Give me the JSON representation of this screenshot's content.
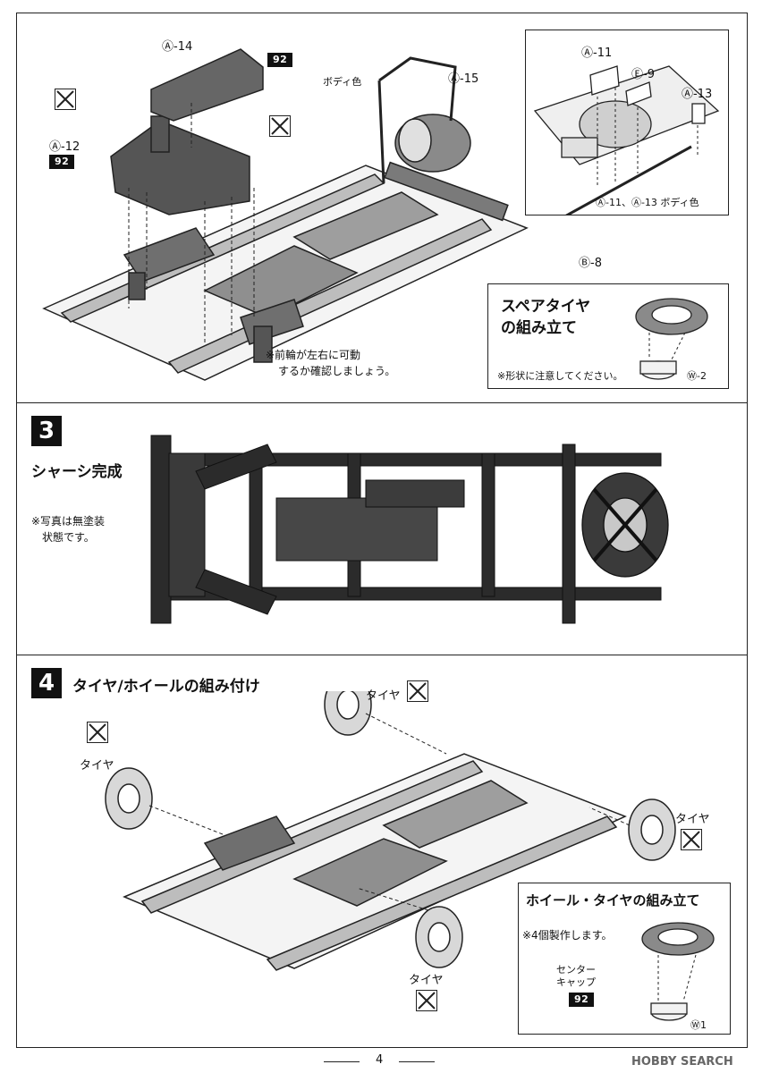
{
  "page_number": "4",
  "watermark": "HOBBY SEARCH",
  "step2": {
    "parts": {
      "a14": "Ⓐ-14",
      "a12": "Ⓐ-12",
      "a15": "Ⓐ-15",
      "a11": "Ⓐ-11",
      "e9": "Ⓔ-9",
      "a13": "Ⓐ-13",
      "b8": "Ⓑ-8",
      "w2": "Ⓦ-2"
    },
    "paint_code_1": "92",
    "paint_code_2": "92",
    "body_color": "ボディ色",
    "inset_note": "Ⓐ-11、Ⓐ-13 ボディ色",
    "note_line1": "※前輪が左右に可動",
    "note_line2": "するか確認しましょう。",
    "spare_title_line1": "スペアタイヤ",
    "spare_title_line2": "の組み立て",
    "spare_note": "※形状に注意してください。"
  },
  "step3": {
    "number": "3",
    "title": "シャーシ完成",
    "note_line1": "※写真は無塗装",
    "note_line2": "状態です。"
  },
  "step4": {
    "number": "4",
    "title": "タイヤ/ホイールの組み付け",
    "tire_label_1": "タイヤ",
    "tire_label_2": "タイヤ",
    "tire_label_3": "タイヤ",
    "tire_label_4": "タイヤ",
    "sub_title": "ホイール・タイヤの組み立て",
    "sub_note": "※4個製作します。",
    "center_cap_line1": "センター",
    "center_cap_line2": "キャップ",
    "paint_code": "92",
    "wheel_part": "Ⓦ1"
  }
}
